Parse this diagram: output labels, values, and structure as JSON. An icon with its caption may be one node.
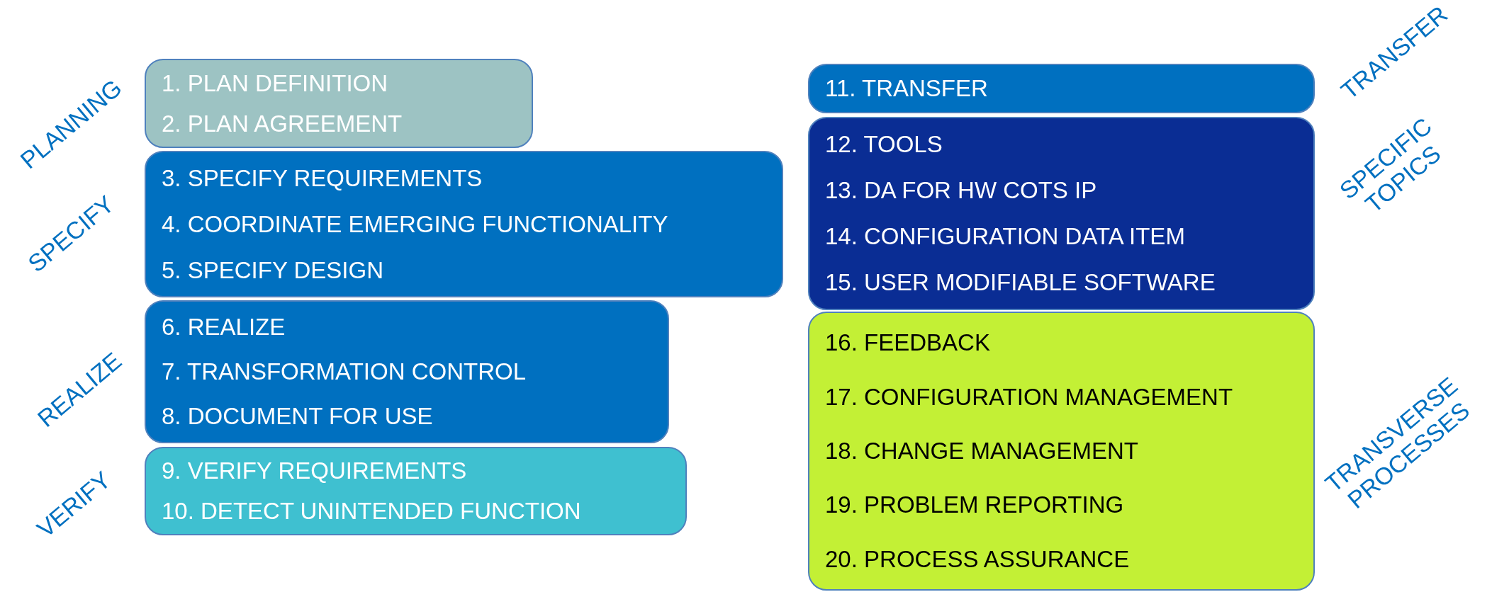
{
  "diagram": {
    "nodes": [
      {
        "text": [
          "1. PLAN DEFINITION",
          "2. PLAN AGREEMENT"
        ],
        "beside": [
          "PLANNING"
        ]
      },
      {
        "text": [
          "3. SPECIFY REQUIREMENTS",
          "4. COORDINATE EMERGING FUNCTIONALITY",
          "5. SPECIFY DESIGN"
        ],
        "beside": [
          "SPECIFY"
        ]
      },
      {
        "text": [
          "6. REALIZE",
          "7. TRANSFORMATION CONTROL",
          "8. DOCUMENT FOR USE"
        ],
        "beside": [
          "REALIZE"
        ]
      },
      {
        "text": [
          "9. VERIFY REQUIREMENTS",
          "10. DETECT UNINTENDED FUNCTION"
        ],
        "beside": [
          "VERIFY"
        ]
      },
      {
        "text": [
          "11. TRANSFER"
        ],
        "beside": [
          "TRANSFER"
        ]
      },
      {
        "text": [
          "12. TOOLS",
          "13. DA FOR HW COTS IP",
          "14. CONFIGURATION DATA ITEM",
          "15. USER MODIFIABLE SOFTWARE"
        ],
        "beside": [
          "SPECIFIC TOPICS"
        ]
      },
      {
        "text": [
          "16. FEEDBACK",
          "17. CONFIGURATION MANAGEMENT",
          "18. CHANGE MANAGEMENT",
          "19. PROBLEM REPORTING",
          "20. PROCESS ASSURANCE"
        ],
        "beside": [
          "TRANSVERSE PROCESSES"
        ]
      }
    ]
  }
}
